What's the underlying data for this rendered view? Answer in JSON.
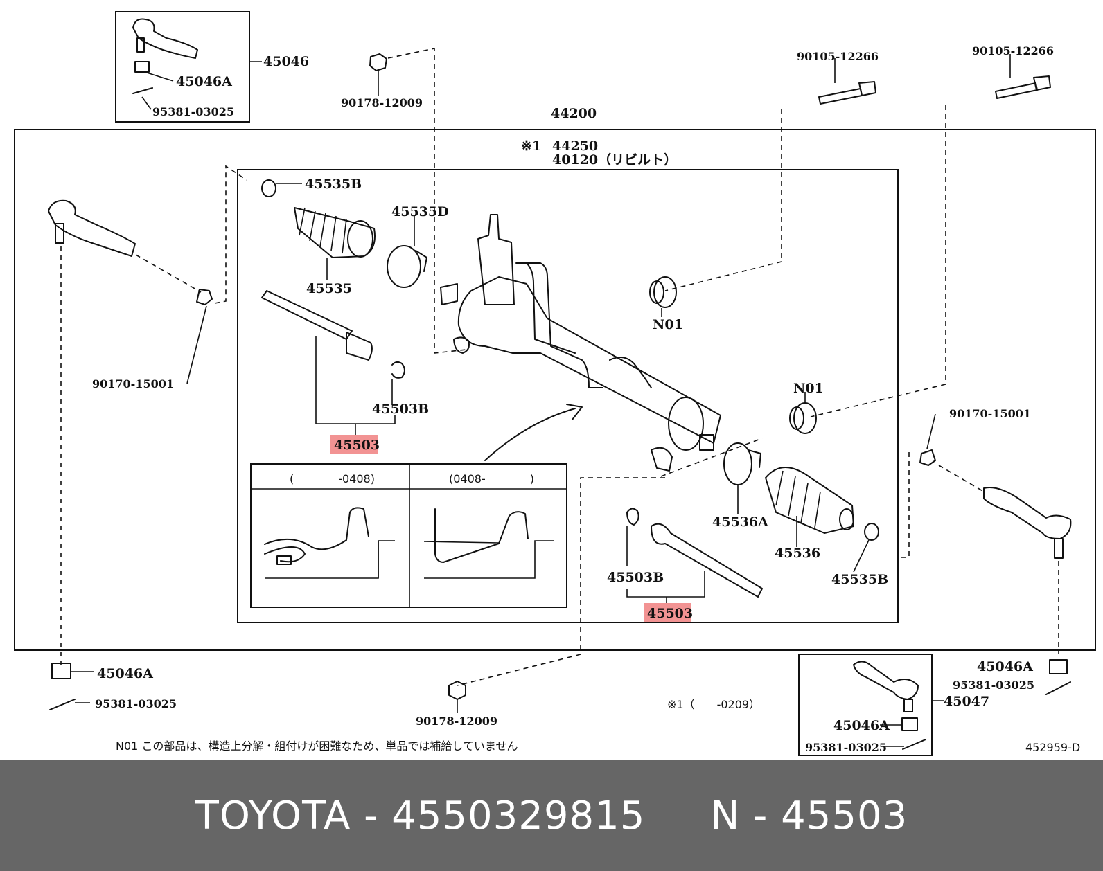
{
  "diagram": {
    "labels": {
      "tie_end_lh_box": "45046",
      "nut_a_top": "45046A",
      "cotter_top": "95381-03025",
      "nut_top_mid": "90178-12009",
      "gear_assy": "44200",
      "note_marker": "※1",
      "gear_rebuilt_1": "44250",
      "gear_rebuilt_2": "40120（リビルト）",
      "bolt_1": "90105-12266",
      "bolt_2": "90105-12266",
      "clamp_b_top": "45535B",
      "clamp_d": "45535D",
      "boot_lh": "45535",
      "nut_left": "90170-15001",
      "washer_b_top": "45503B",
      "rack_end_top": "45503",
      "grommet_top": "N01",
      "grommet_mid": "N01",
      "nut_right": "90170-15001",
      "clamp_a": "45536A",
      "boot_rh": "45536",
      "washer_b_bottom": "45503B",
      "rack_end_bottom": "45503",
      "clamp_b_bottom": "45535B",
      "nut_a_left": "45046A",
      "cotter_left": "95381-03025",
      "nut_bottom_mid": "90178-12009",
      "note_footnote": "※1（　　-0209）",
      "nut_a_right": "45046A",
      "cotter_right": "95381-03025",
      "tie_end_rh_box": "45047",
      "nut_a_rh_box": "45046A",
      "cotter_rh_box": "95381-03025",
      "n01_note": "N01 この部品は、構造上分解・組付けが困難なため、単品では補給していません",
      "diagram_id": "452959-D"
    },
    "inset": {
      "left_header": "(　　　　-0408)",
      "right_header": "(0408-　　　　)"
    },
    "highlight_color": "#f29393"
  },
  "footer": {
    "brand": "TOYOTA",
    "separator": "-",
    "part_number": "4550329815",
    "code_prefix": "N",
    "code": "45503",
    "background": "#666666"
  }
}
